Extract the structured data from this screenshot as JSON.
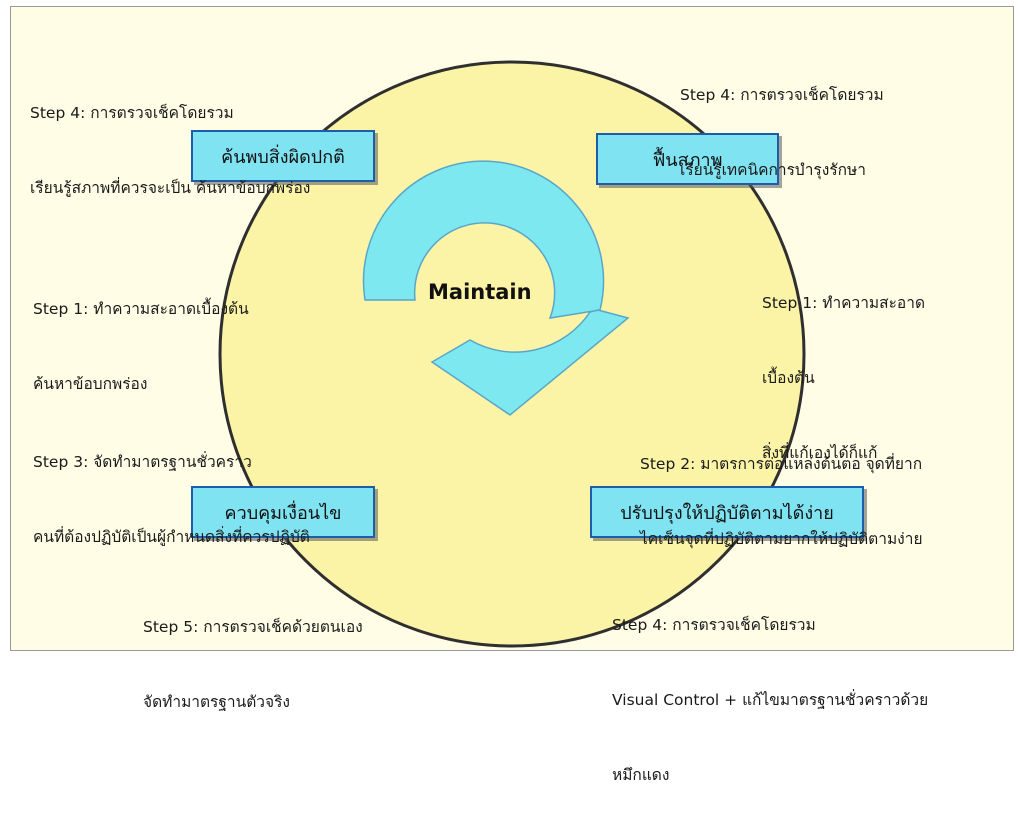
{
  "center_label": "Maintain",
  "boxes": {
    "top_left": "ค้นพบสิ่งผิดปกติ",
    "top_right": "ฟื้นสภาพ",
    "bottom_left": "ควบคุมเงื่อนไข",
    "bottom_right": "ปรับปรุงให้ปฏิบัติตามได้ง่าย"
  },
  "notes": {
    "top_left": [
      "Step 4: การตรวจเช็คโดยรวม",
      "เรียนรู้สภาพที่ควรจะเป็น ค้นหาข้อบกพร่อง"
    ],
    "top_right": [
      "Step 4: การตรวจเช็คโดยรวม",
      "เรียนรู้เทคนิคการบำรุงรักษา"
    ],
    "mid_left": [
      "Step 1: ทำความสะอาดเบื้องต้น",
      "ค้นหาข้อบกพร่อง"
    ],
    "mid_right": [
      "Step 1: ทำความสะอาด",
      "เบื้องต้น",
      "สิ่งที่แก้เองได้ก็แก้"
    ],
    "lower_left": [
      "Step 3: จัดทำมาตรฐานชั่วคราว",
      "คนที่ต้องปฏิบัติเป็นผู้กำหนดสิ่งที่ควรปฏิบัติ"
    ],
    "lower_right": [
      "Step 2: มาตรการต่อแหล่งต้นตอ จุดที่ยาก",
      "ไคเซ็นจุดที่ปฏิบัติตามยากให้ปฏิบัติตามง่าย"
    ],
    "bottom_left": [
      "Step 5: การตรวจเช็คด้วยตนเอง",
      "จัดทำมาตรฐานตัวจริง"
    ],
    "bottom_right": [
      "Step 4: การตรวจเช็คโดยรวม",
      "Visual Control + แก้ไขมาตรฐานชั่วคราวด้วย",
      "หมึกแดง"
    ]
  }
}
